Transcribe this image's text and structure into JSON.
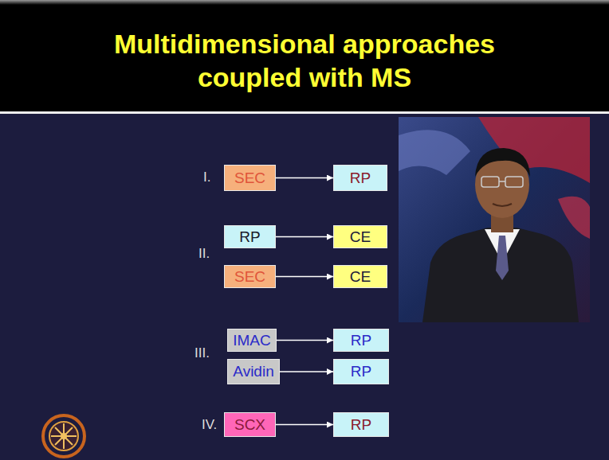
{
  "diagram": {
    "title": "Multidimensional approaches coupled with MS",
    "nodes": [
      {
        "text": [
          "SEC"
        ]
      },
      {
        "text": [
          "RP"
        ]
      },
      {
        "text": [
          "RP"
        ]
      },
      {
        "text": [
          "CE"
        ]
      },
      {
        "text": [
          "SEC"
        ]
      },
      {
        "text": [
          "CE"
        ]
      },
      {
        "text": [
          "IMAC"
        ]
      },
      {
        "text": [
          "RP"
        ]
      },
      {
        "text": [
          "Avidin"
        ]
      },
      {
        "text": [
          "RP"
        ]
      },
      {
        "text": [
          "SCX"
        ]
      },
      {
        "text": [
          "RP"
        ]
      }
    ],
    "edges": [
      {
        "from": 0,
        "to": 1,
        "arrow": "to"
      },
      {
        "from": 2,
        "to": 3,
        "arrow": "to"
      },
      {
        "from": 4,
        "to": 5,
        "arrow": "to"
      },
      {
        "from": 6,
        "to": 7,
        "arrow": "to"
      },
      {
        "from": 8,
        "to": 9,
        "arrow": "to"
      },
      {
        "from": 10,
        "to": 11,
        "arrow": "to"
      }
    ],
    "labels": [
      "I.",
      "II.",
      "III.",
      "IV."
    ]
  }
}
